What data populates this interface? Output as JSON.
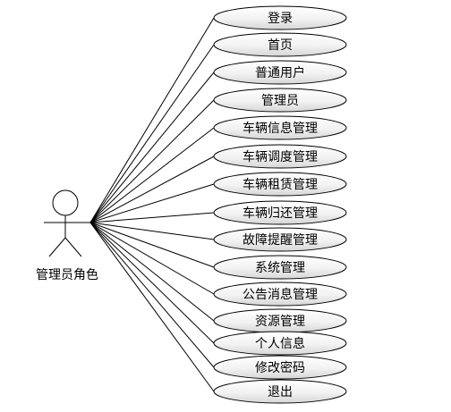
{
  "actor": {
    "label": "管理员角色"
  },
  "use_cases": [
    {
      "label": "登录"
    },
    {
      "label": "首页"
    },
    {
      "label": "普通用户"
    },
    {
      "label": "管理员"
    },
    {
      "label": "车辆信息管理"
    },
    {
      "label": "车辆调度管理"
    },
    {
      "label": "车辆租赁管理"
    },
    {
      "label": "车辆归还管理"
    },
    {
      "label": "故障提醒管理"
    },
    {
      "label": "系统管理"
    },
    {
      "label": "公告消息管理"
    },
    {
      "label": "资源管理"
    },
    {
      "label": "个人信息"
    },
    {
      "label": "修改密码"
    },
    {
      "label": "退出"
    }
  ],
  "colors": {
    "stroke": "#000000",
    "ellipse_fill_top": "#ffffff",
    "ellipse_fill_bottom": "#d9d9d9",
    "text": "#000000"
  }
}
